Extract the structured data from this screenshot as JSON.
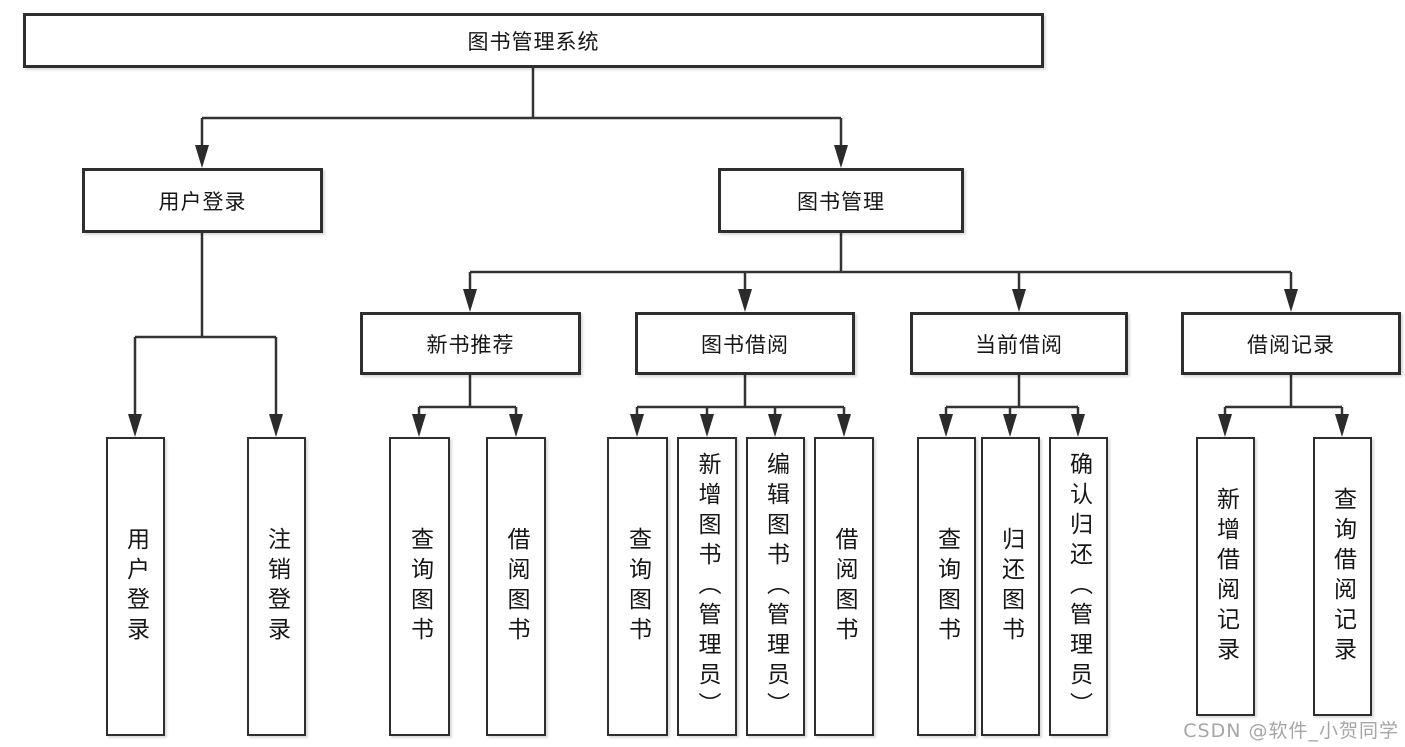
{
  "tree": {
    "label": "图书管理系统",
    "children": [
      {
        "label": "用户登录",
        "children": [
          {
            "label": "用户登录"
          },
          {
            "label": "注销登录"
          }
        ]
      },
      {
        "label": "图书管理",
        "children": [
          {
            "label": "新书推荐",
            "children": [
              {
                "label": "查询图书"
              },
              {
                "label": "借阅图书"
              }
            ]
          },
          {
            "label": "图书借阅",
            "children": [
              {
                "label": "查询图书"
              },
              {
                "label": "新增图书（管理员）"
              },
              {
                "label": "编辑图书（管理员）"
              },
              {
                "label": "借阅图书"
              }
            ]
          },
          {
            "label": "当前借阅",
            "children": [
              {
                "label": "查询图书"
              },
              {
                "label": "归还图书"
              },
              {
                "label": "确认归还（管理员）"
              }
            ]
          },
          {
            "label": "借阅记录",
            "children": [
              {
                "label": "新增借阅记录"
              },
              {
                "label": "查询借阅记录"
              }
            ]
          }
        ]
      }
    ]
  },
  "watermark": "CSDN @软件_小贺同学",
  "colors": {
    "line": "#333333",
    "box_border": "#2e2e2e",
    "box_fill": "#ffffff",
    "text": "#161616",
    "watermark": "#969696"
  }
}
